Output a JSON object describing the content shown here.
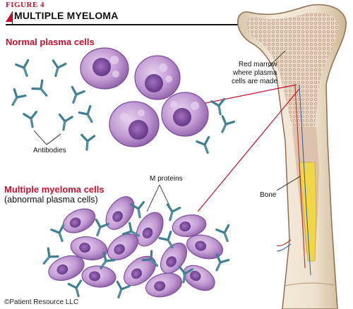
{
  "figure": {
    "label": "FIGURE 4",
    "title": "MULTIPLE MYELOMA"
  },
  "sections": {
    "normal_heading": "Normal plasma cells",
    "myeloma_heading": "Multiple myeloma cells",
    "myeloma_subheading": "(abnormal plasma cells)"
  },
  "labels": {
    "antibodies": "Antibodies",
    "m_proteins": "M proteins",
    "red_marrow_line1": "Red marrow",
    "red_marrow_line2": "where plasma",
    "red_marrow_line3": "cells are made",
    "bone": "Bone"
  },
  "copyright": "©Patient Resource LLC",
  "colors": {
    "accent_red": "#c8102e",
    "cell_purple": "#b48ac8",
    "nucleus_purple": "#7a4a9a",
    "antibody_teal": "#3f7f8f",
    "bone_beige": "#efe2cf",
    "marrow_yellow": "#f2d64a"
  }
}
